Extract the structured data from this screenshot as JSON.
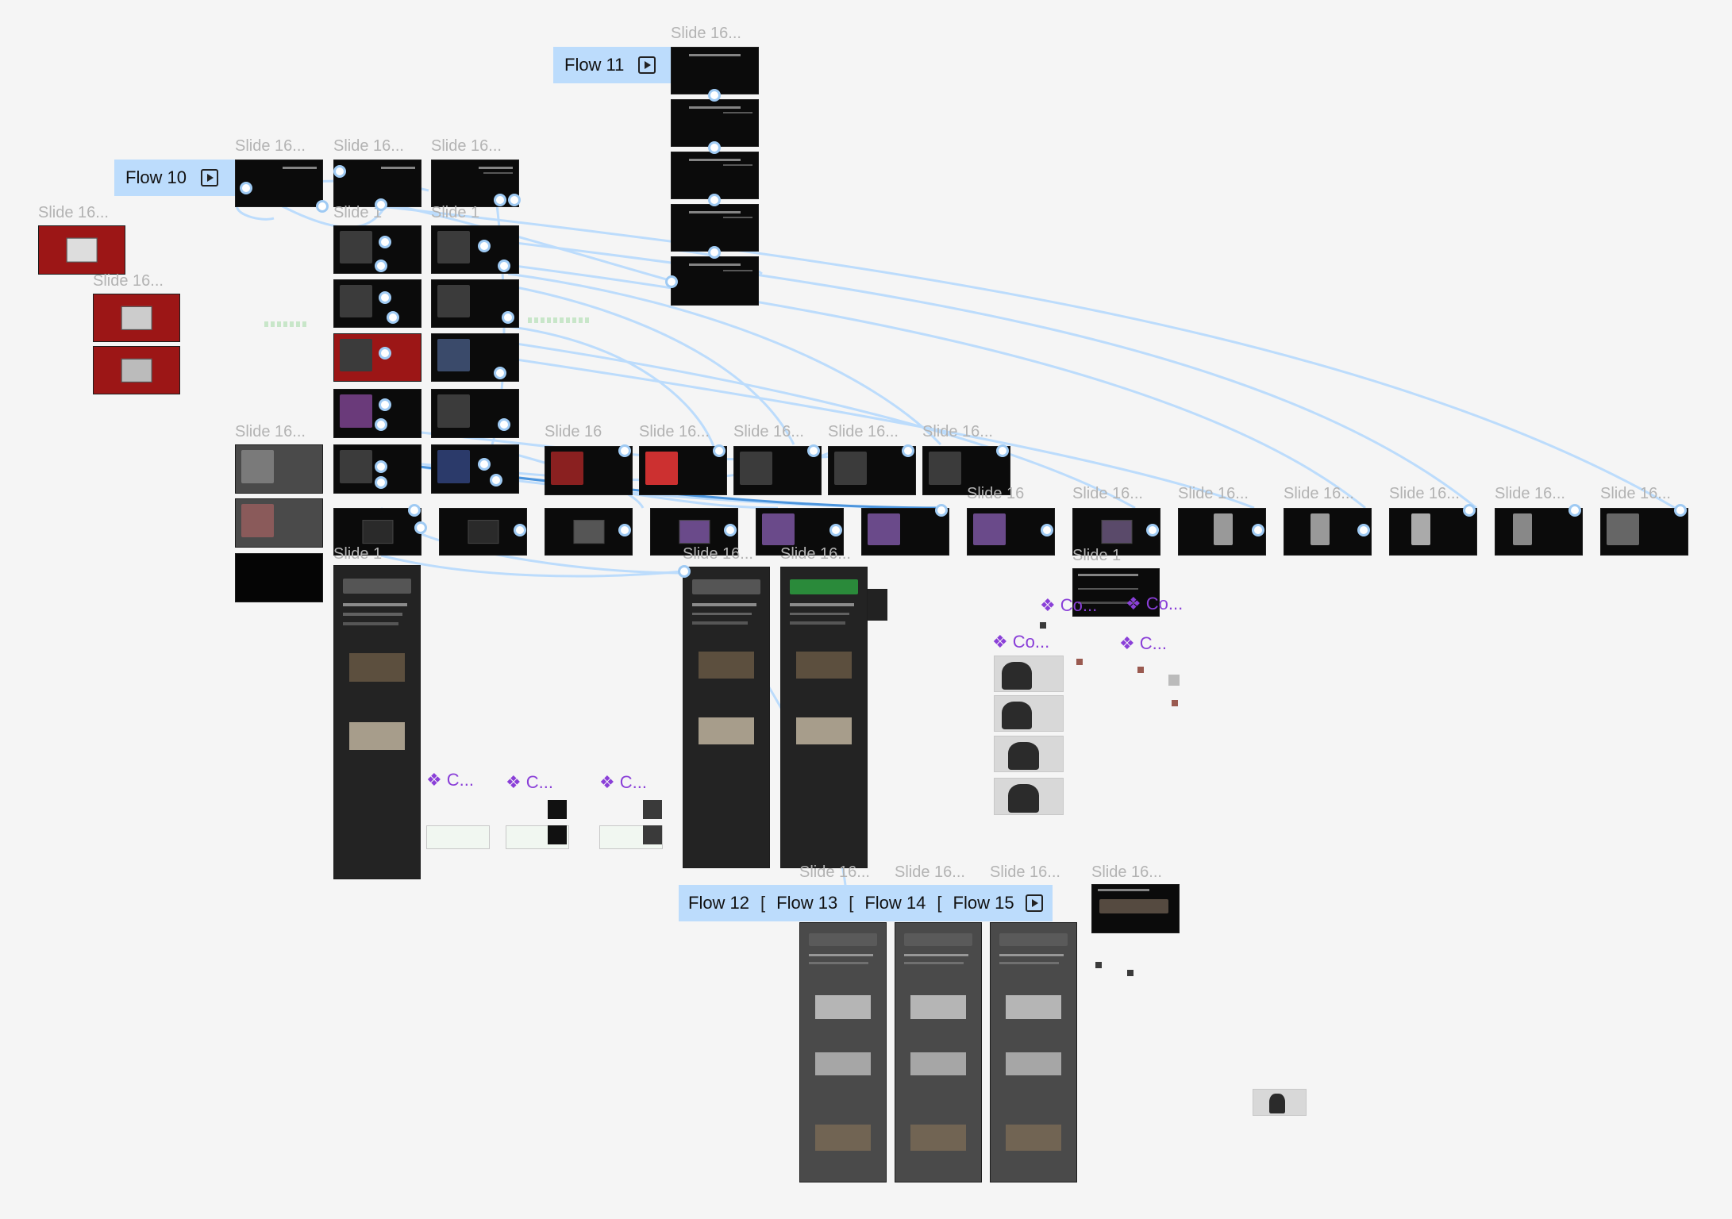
{
  "canvas": {
    "frame_title": "Slide 16...",
    "frame_title_short": "Slide 16",
    "frame_title_cut": "Slide 1",
    "flows": {
      "flow10": "Flow 10",
      "flow11": "Flow 11",
      "flow12": "Flow 12",
      "flow13": "Flow 13",
      "flow14": "Flow 14",
      "flow15": "Flow 15"
    },
    "components": {
      "c_short": "C...",
      "co_short": "Co..."
    },
    "colors": {
      "background": "#f5f5f5",
      "flow_fill": "#bcdcfc",
      "connector": "#9fcaf3",
      "component": "#8a3fd8",
      "label": "#b3b3b3"
    },
    "icons": [
      "flow-play-icon",
      "component-icon"
    ]
  }
}
